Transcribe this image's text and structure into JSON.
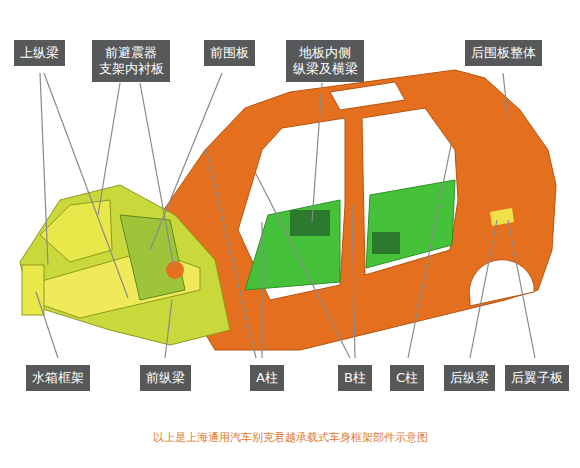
{
  "diagram": {
    "caption": "以上是上海通用汽车别克君越承载式车身框架部件示意图",
    "nodes": [
      {
        "text": [
          "上纵梁"
        ]
      },
      {
        "text": [
          "前避震器 支架内衬板"
        ]
      },
      {
        "text": [
          "前围板"
        ]
      },
      {
        "text": [
          "地板内侧 纵梁及横梁"
        ]
      },
      {
        "text": [
          "后围板整体"
        ]
      },
      {
        "text": [
          "水箱框架"
        ]
      },
      {
        "text": [
          "前纵梁"
        ]
      },
      {
        "text": [
          "A柱"
        ]
      },
      {
        "text": [
          "B柱"
        ]
      },
      {
        "text": [
          "C柱"
        ]
      },
      {
        "text": [
          "后纵梁"
        ]
      },
      {
        "text": [
          "后翼子板"
        ]
      }
    ]
  }
}
